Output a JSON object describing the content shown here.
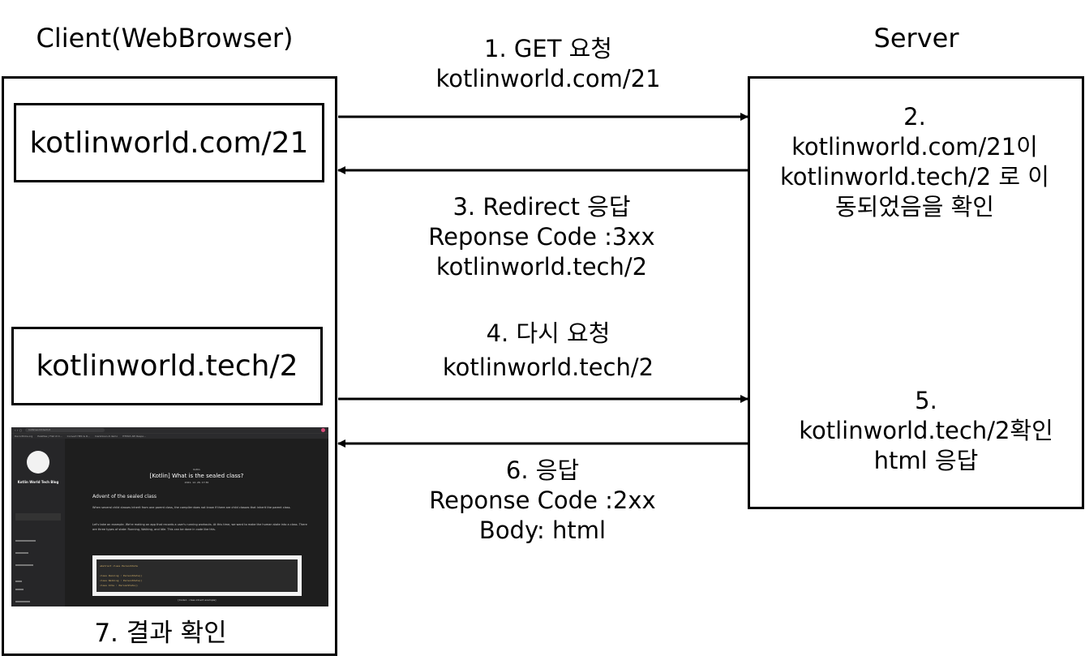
{
  "client": {
    "title": "Client(WebBrowser)",
    "url_box_1": "kotlinworld.com/21",
    "url_box_2": "kotlinworld.tech/2",
    "result_label": "7. 결과 확인"
  },
  "server": {
    "title": "Server",
    "step2": [
      "2.",
      "kotlinworld.com/21이",
      "kotlinworld.tech/2 로 이",
      "동되었음을 확인"
    ],
    "step5": [
      "5.",
      "kotlinworld.tech/2확인",
      "html 응답"
    ]
  },
  "messages": {
    "step1": [
      "1. GET 요청",
      "kotlinworld.com/21"
    ],
    "step3": [
      "3. Redirect 응답",
      "Reponse Code :3xx",
      "kotlinworld.tech/2"
    ],
    "step4": [
      "4. 다시 요청",
      "kotlinworld.tech/2"
    ],
    "step6": [
      "6. 응답",
      "Reponse Code :2xx",
      "Body: html"
    ]
  },
  "screenshot": {
    "address": "kotlinworld.tech/2",
    "bookmarks": [
      "DecorPicks.org",
      "Palettes | Flat UI C...",
      "Convert HEX & R...",
      "markdown-it demo",
      "HTML5 API Respo..."
    ],
    "blog_name": "Kotlin World Tech Blog",
    "category": "Kotlin",
    "post_title": "[Kotlin] What is the sealed class?",
    "date": "2021. 12. 26. 17:30",
    "heading": "Advent of the sealed class",
    "paragraph_1": "When several child classes inherit from one parent class, the compiler does not know if there are child classes that inherit the parent class.",
    "paragraph_2": "Let's take an example. We're making an app that records a user's running workouts. At this time, we want to make the human state into a class. There are three types of state: Running, Walking, and Idle. This can be done in code like this.",
    "code": [
      "abstract class PersonState",
      "class Running : PersonState()",
      "class Walking : PersonState()",
      "class Idle : PersonState()"
    ],
    "caption": "[Code1 - class inherit example]"
  },
  "colors": {
    "line": "#000000",
    "screenshot_bg": "#1e1e1e"
  }
}
